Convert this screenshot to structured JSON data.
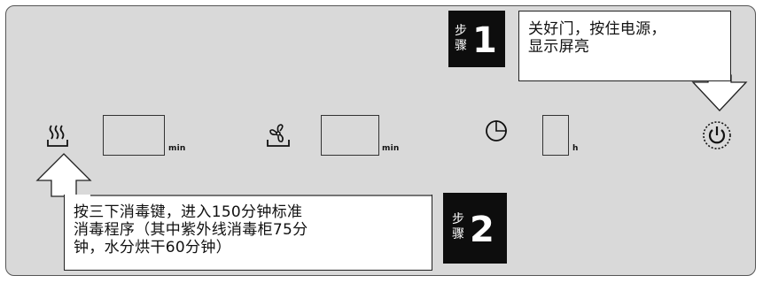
{
  "panel": {
    "units": {
      "steam_time": "min",
      "dry_time": "min",
      "hours": "h"
    },
    "icons": {
      "steam": "steam-sterilize-icon",
      "fan": "fan-dry-icon",
      "clock": "clock-timer-icon",
      "power": "power-icon"
    }
  },
  "steps": {
    "step1": {
      "label_line1": "步",
      "label_line2": "骤",
      "number": "1",
      "text_line1": "关好门，按住电源，",
      "text_line2": "显示屏亮"
    },
    "step2": {
      "label_line1": "步",
      "label_line2": "骤",
      "number": "2",
      "text_line1": "按三下消毒键，进入150分钟标准",
      "text_line2": "消毒程序（其中紫外线消毒柜75分",
      "text_line3": "钟，水分烘干60分钟）"
    }
  },
  "colors": {
    "panel_bg": "#d9d9d9",
    "badge_bg": "#0d0d0d",
    "callout_bg": "#ffffff"
  }
}
